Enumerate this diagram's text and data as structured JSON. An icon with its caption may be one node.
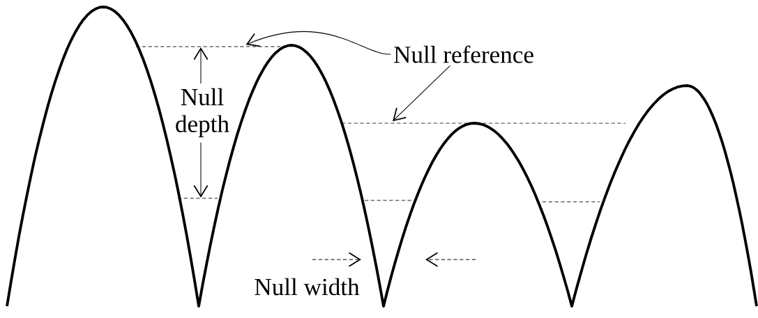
{
  "diagram": {
    "nodes": [
      {
        "text": [
          "Null reference"
        ]
      },
      {
        "text": [],
        "shape": "line"
      },
      {
        "text": [],
        "shape": "line"
      }
    ],
    "edges": [
      {
        "from": 0,
        "to": 1,
        "arrow": "to"
      },
      {
        "from": 0,
        "to": 2,
        "arrow": "to"
      }
    ],
    "labels": [
      "Null depth",
      "Null width"
    ]
  }
}
